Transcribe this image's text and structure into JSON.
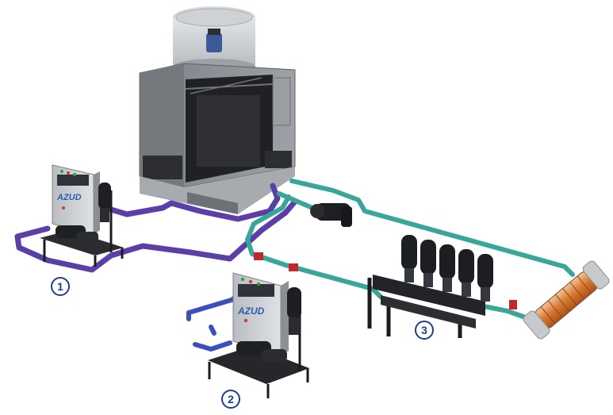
{
  "markers": [
    {
      "label": "1"
    },
    {
      "label": "2"
    },
    {
      "label": "3"
    }
  ],
  "brand_text": "AZUD",
  "colors": {
    "primary_loop": "#5a3fa8",
    "secondary_loop": "#3d4fb8",
    "teal_loop": "#3aa69a",
    "tower_body": "#8a8e93",
    "marker_ring": "#1f3f8c"
  },
  "icons": [
    "cooling-tower-icon",
    "filter-skid-icon",
    "pump-icon",
    "heat-exchanger-icon",
    "valve-icon"
  ]
}
